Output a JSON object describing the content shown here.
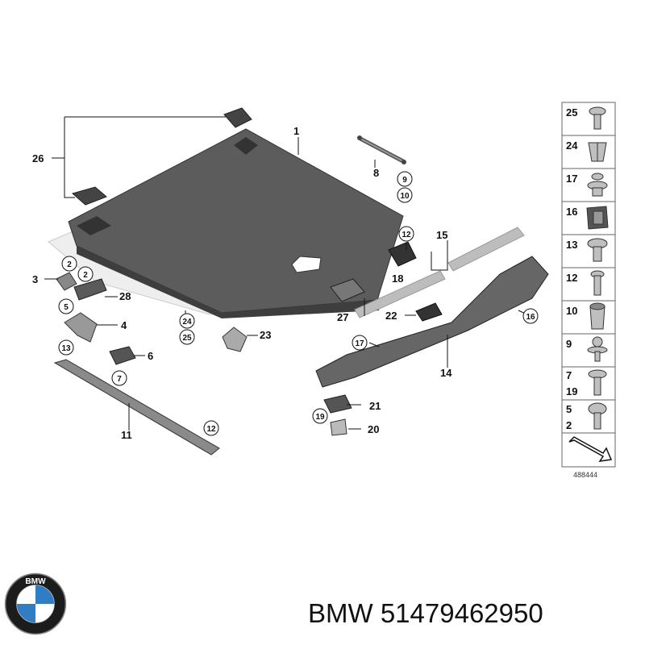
{
  "caption": {
    "brand": "BMW",
    "part_number": "51479462950"
  },
  "logo": {
    "icon": "bmw-roundel-icon",
    "letters": "BMW",
    "colors": {
      "ring": "#1c1c1c",
      "blue": "#2f7ec3",
      "white": "#ffffff"
    }
  },
  "diagram_id": "488444",
  "callouts": {
    "c1": "1",
    "c3": "3",
    "c4": "4",
    "c6": "6",
    "c8": "8",
    "c11": "11",
    "c14": "14",
    "c15": "15",
    "c18": "18",
    "c20": "20",
    "c21": "21",
    "c22": "22",
    "c23": "23",
    "c26": "26",
    "c27": "27",
    "c28": "28"
  },
  "circled": {
    "r9": "9",
    "r10": "10",
    "r12a": "12",
    "r2a": "2",
    "r2b": "2",
    "r5": "5",
    "r13": "13",
    "r7": "7",
    "r24": "24",
    "r25": "25",
    "r16": "16",
    "r17": "17",
    "r19": "19",
    "r12b": "12"
  },
  "legend": [
    {
      "label": "25",
      "part": "button-clip"
    },
    {
      "label": "24",
      "part": "expanding-clip"
    },
    {
      "label": "17",
      "part": "screw-clip"
    },
    {
      "label": "16",
      "part": "spring-clip"
    },
    {
      "label": "13",
      "part": "flange-screw"
    },
    {
      "label": "12",
      "part": "push-rivet"
    },
    {
      "label": "10",
      "part": "spacer-nut"
    },
    {
      "label": "9",
      "part": "ball-stud"
    },
    {
      "label": "7",
      "label2": "19",
      "part": "hex-screw"
    },
    {
      "label": "5",
      "label2": "2",
      "part": "round-head-screw"
    }
  ],
  "colors": {
    "panel": "#5c5c5c",
    "panel_dark": "#3e3e3e",
    "line": "#111111",
    "strip": "#bdbdbd"
  }
}
